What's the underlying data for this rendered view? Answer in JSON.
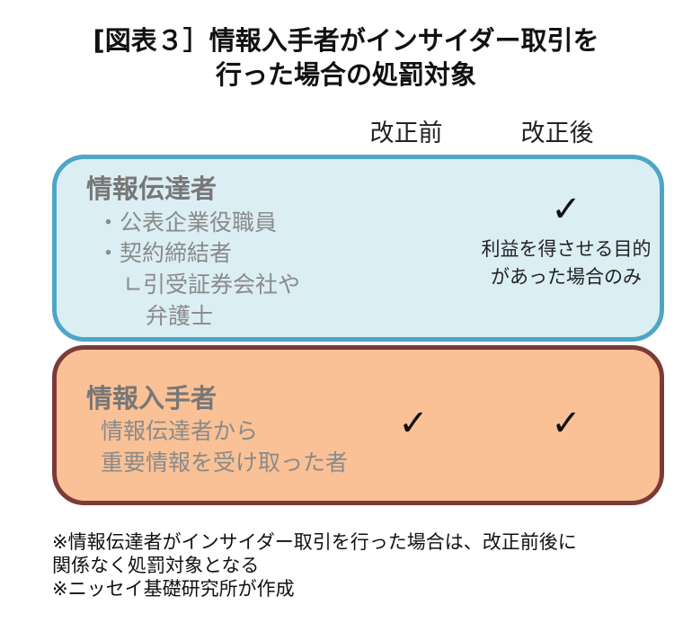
{
  "title": {
    "line1": "[図表３］情報入手者がインサイダー取引を",
    "line2": "行った場合の処罰対象"
  },
  "columns": {
    "before": "改正前",
    "after": "改正後"
  },
  "transmitter_box": {
    "title": "情報伝達者",
    "items": [
      "・公表企業役職員",
      "・契約締結者",
      "∟引受証券会社や",
      "弁護士"
    ],
    "after_check": "✓",
    "after_condition_line1": "利益を得させる目的",
    "after_condition_line2": "があった場合のみ"
  },
  "recipient_box": {
    "title": "情報入手者",
    "items": [
      "情報伝達者から",
      "重要情報を受け取った者"
    ],
    "before_check": "✓",
    "after_check": "✓"
  },
  "notes": [
    "※情報伝達者がインサイダー取引を行った場合は、改正前後に",
    "関係なく処罰対象となる",
    "※ニッセイ基礎研究所が作成"
  ],
  "colors": {
    "blue_fill": "#dbeef4",
    "blue_border": "#4fa6c4",
    "orange_fill": "#f9c195",
    "orange_border": "#7b3b36"
  }
}
